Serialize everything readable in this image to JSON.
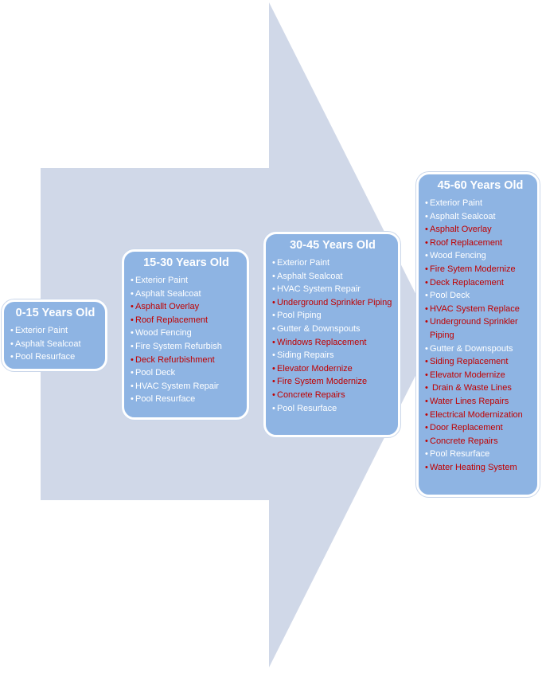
{
  "colors": {
    "arrow": "#d0d8e8",
    "box": "#8eb4e3",
    "highlight": "#c00000",
    "normal": "#ffffff"
  },
  "stages": [
    {
      "title": "0-15 Years Old",
      "items": [
        {
          "text": "Exterior Paint",
          "red": false
        },
        {
          "text": "Asphalt Sealcoat",
          "red": false
        },
        {
          "text": "Pool Resurface",
          "red": false
        }
      ]
    },
    {
      "title": "15-30 Years Old",
      "items": [
        {
          "text": "Exterior Paint",
          "red": false
        },
        {
          "text": "Asphalt Sealcoat",
          "red": false
        },
        {
          "text": "Asphallt Overlay",
          "red": true
        },
        {
          "text": "Roof Replacement",
          "red": true
        },
        {
          "text": "Wood Fencing",
          "red": false
        },
        {
          "text": "Fire System Refurbish",
          "red": false
        },
        {
          "text": "Deck Refurbishment",
          "red": true
        },
        {
          "text": "Pool Deck",
          "red": false
        },
        {
          "text": "HVAC System Repair",
          "red": false
        },
        {
          "text": "Pool Resurface",
          "red": false
        }
      ]
    },
    {
      "title": "30-45 Years Old",
      "items": [
        {
          "text": "Exterior Paint",
          "red": false
        },
        {
          "text": "Asphalt Sealcoat",
          "red": false
        },
        {
          "text": "HVAC System Repair",
          "red": false
        },
        {
          "text": "Underground Sprinkler Piping",
          "red": true
        },
        {
          "text": "Pool Piping",
          "red": false
        },
        {
          "text": "Gutter & Downspouts",
          "red": false
        },
        {
          "text": "Windows Replacement",
          "red": true
        },
        {
          "text": "Siding Repairs",
          "red": false
        },
        {
          "text": "Elevator Modernize",
          "red": true
        },
        {
          "text": "Fire System Modernize",
          "red": true
        },
        {
          "text": "Concrete Repairs",
          "red": true
        },
        {
          "text": "Pool Resurface",
          "red": false
        }
      ]
    },
    {
      "title": "45-60 Years Old",
      "items": [
        {
          "text": "Exterior Paint",
          "red": false
        },
        {
          "text": "Asphalt Sealcoat",
          "red": false
        },
        {
          "text": "Asphalt Overlay",
          "red": true
        },
        {
          "text": "Roof Replacement",
          "red": true
        },
        {
          "text": "Wood Fencing",
          "red": false
        },
        {
          "text": "Fire Sytem  Modernize",
          "red": true
        },
        {
          "text": "Deck Replacement",
          "red": true
        },
        {
          "text": "Pool Deck",
          "red": false
        },
        {
          "text": "HVAC System Replace",
          "red": true
        },
        {
          "text": "Underground Sprinkler Piping",
          "red": true
        },
        {
          "text": "Gutter & Downspouts",
          "red": false
        },
        {
          "text": "Siding Replacement",
          "red": true
        },
        {
          "text": "Elevator Modernize",
          "red": true
        },
        {
          "text": " Drain & Waste Lines",
          "red": true
        },
        {
          "text": "Water Lines Repairs",
          "red": true
        },
        {
          "text": "Electrical Modernization",
          "red": true
        },
        {
          "text": "Door Replacement",
          "red": true
        },
        {
          "text": "Concrete Repairs",
          "red": true
        },
        {
          "text": "Pool Resurface",
          "red": false
        },
        {
          "text": "Water Heating System",
          "red": true
        }
      ]
    }
  ]
}
